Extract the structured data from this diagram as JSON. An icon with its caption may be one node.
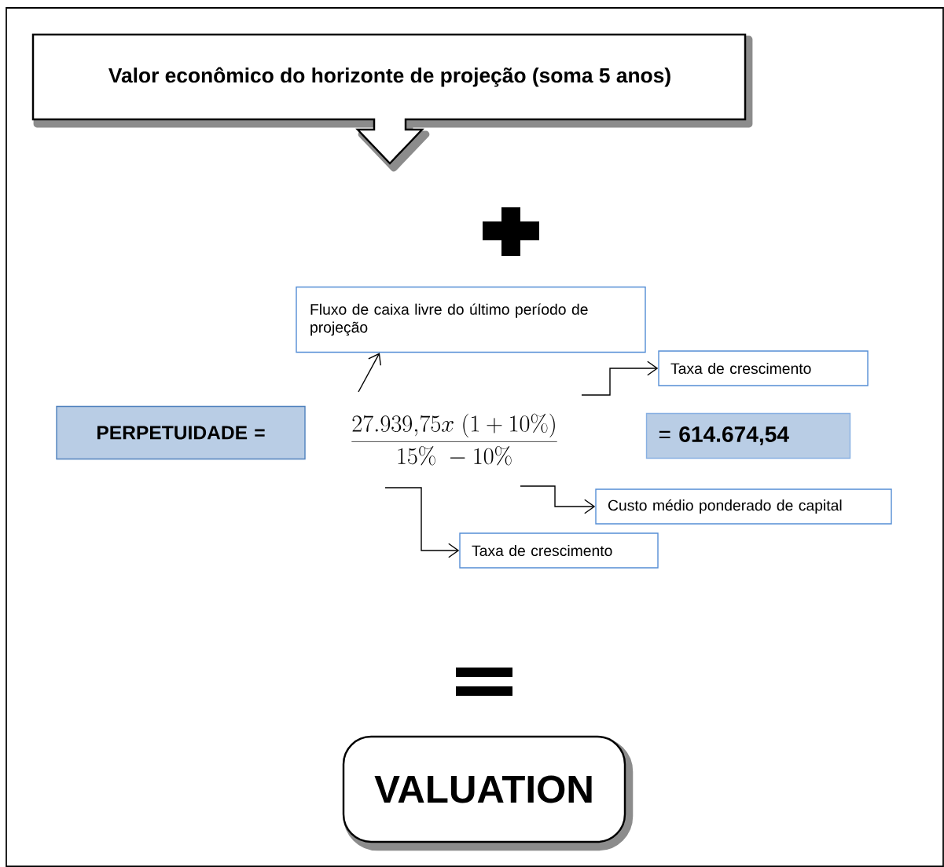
{
  "diagram": {
    "nodes": [
      {
        "text": [
          "Valor econômico do horizonte de projeção (soma 5 anos)"
        ]
      },
      {
        "text": [
          "PERPETUIDADE ="
        ]
      },
      {
        "text": [
          "\\frac{27.939{,}75x\\;(1+10\\%)}{15\\%\\;-10\\%}"
        ]
      },
      {
        "text": [
          "Fluxo de caixa livre do último período de projeção"
        ]
      },
      {
        "text": [
          "Taxa de crescimento"
        ]
      },
      {
        "text": [
          "= **614.674,54**"
        ]
      },
      {
        "text": [
          "Custo médio ponderado de capital"
        ]
      },
      {
        "text": [
          "Taxa de crescimento"
        ]
      },
      {
        "text": [
          "VALUATION"
        ]
      }
    ],
    "edges": [
      {
        "from": 2,
        "to": 3,
        "arrow": "to"
      },
      {
        "from": 2,
        "to": 4,
        "arrow": "to"
      },
      {
        "from": 2,
        "to": 6,
        "arrow": "to"
      },
      {
        "from": 2,
        "to": 7,
        "arrow": "to"
      }
    ]
  }
}
